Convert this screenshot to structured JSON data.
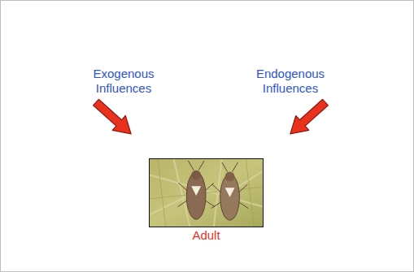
{
  "diagram": {
    "nodes": [
      {
        "text": [
          "Adult"
        ]
      }
    ],
    "labels": [
      "Exogenous Influences",
      "Endogenous Influences"
    ]
  }
}
